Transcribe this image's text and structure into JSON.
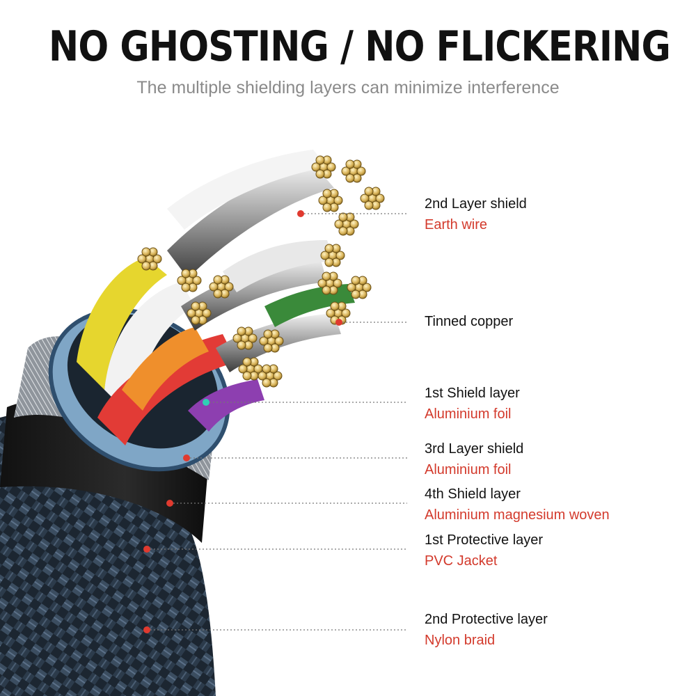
{
  "header": {
    "title": "NO GHOSTING / NO FLICKERING",
    "subtitle": "The multiple shielding layers can minimize interference"
  },
  "colors": {
    "accent_red": "#d33a2c",
    "title": "#111111",
    "subtitle": "#8a8a8a"
  },
  "labels": [
    {
      "name": "2nd Layer shield",
      "material": "Earth wire"
    },
    {
      "name": "Tinned copper",
      "material": ""
    },
    {
      "name": "1st Shield layer",
      "material": "Aluminium foil"
    },
    {
      "name": "3rd Layer shield",
      "material": "Aluminium foil"
    },
    {
      "name": "4th Shield layer",
      "material": "Aluminium magnesium woven"
    },
    {
      "name": "1st Protective layer",
      "material": "PVC Jacket"
    },
    {
      "name": "2nd Protective layer",
      "material": "Nylon braid"
    }
  ]
}
